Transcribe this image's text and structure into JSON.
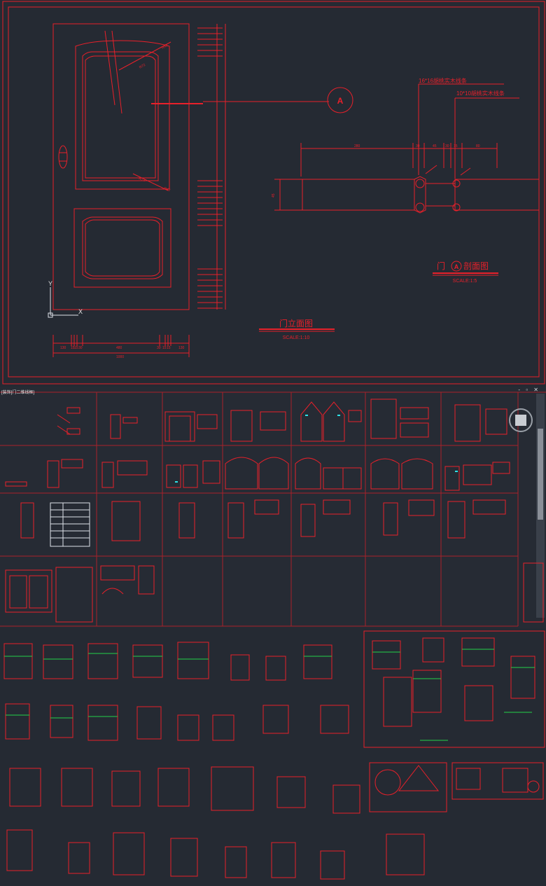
{
  "sheet": {
    "elevation_title": "门立面图",
    "elevation_scale": "SCALE:1:10",
    "section_title": "门",
    "section_marker": "A",
    "section_title_suffix": "剖面图",
    "section_scale": "SCALE:1:5",
    "callout_marker": "A",
    "leader_1": "16*16胡桃实木线条",
    "leader_2": "10*10胡桃实木线条",
    "axis_y": "Y",
    "axis_x": "X",
    "dims_bottom": [
      "130",
      "15",
      "15",
      "30",
      "480",
      "30",
      "15",
      "15",
      "130"
    ],
    "dim_total": "1000",
    "dims_section": [
      "280",
      "30",
      "45",
      "30",
      "15",
      "80"
    ],
    "dim_thickness": "45",
    "radius_labels": [
      "R72",
      "R42",
      "R72",
      "R42"
    ]
  },
  "browser": {
    "window_title": "[装饰]门二维线框]",
    "window_controls": "- ▫ ✕"
  },
  "colors": {
    "background": "#252a33",
    "line_red": "#e8202a",
    "text_white": "#e6e6e6",
    "accent_cyan": "#2ee3e8",
    "accent_green": "#23d14a"
  }
}
